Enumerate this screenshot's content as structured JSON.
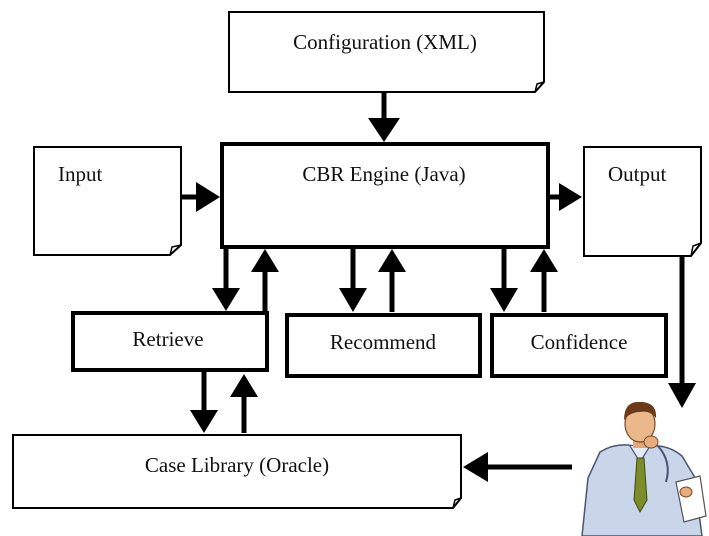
{
  "diagram": {
    "nodes": {
      "configuration": "Configuration (XML)",
      "cbr_engine": "CBR Engine (Java)",
      "input": "Input",
      "output": "Output",
      "retrieve": "Retrieve",
      "recommend": "Recommend",
      "confidence": "Confidence",
      "case_library": "Case Library (Oracle)"
    },
    "user_figure": "user-figure"
  }
}
